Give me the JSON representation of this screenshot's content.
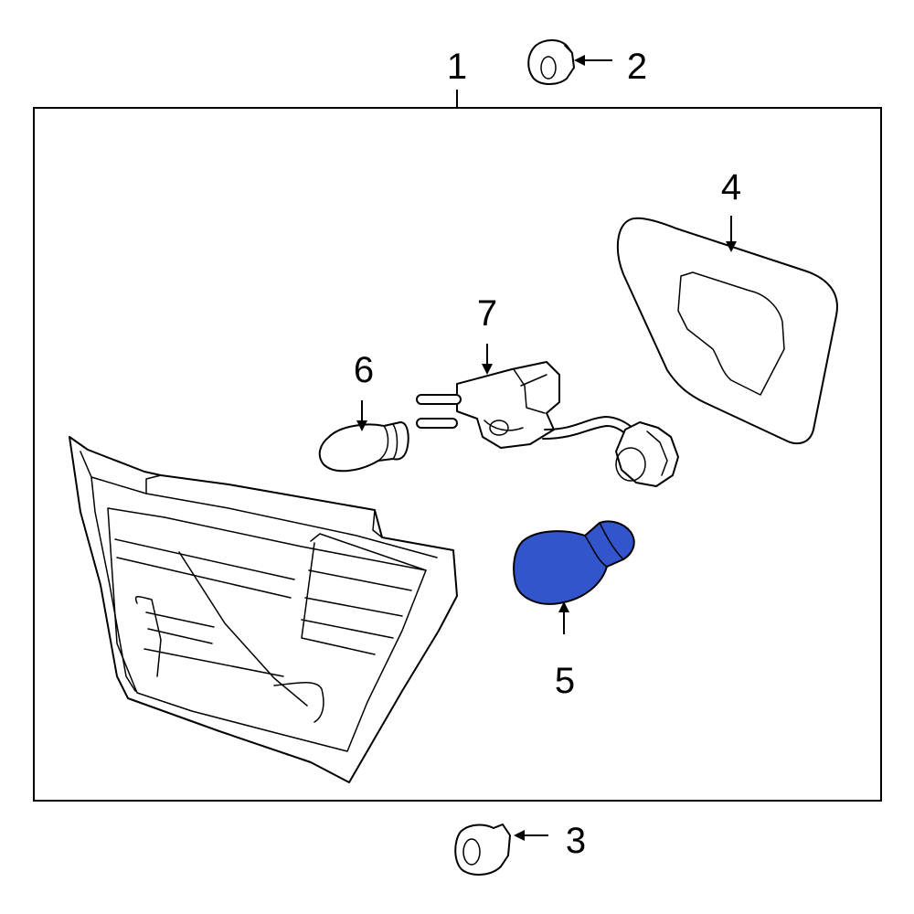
{
  "callouts": {
    "c1": "1",
    "c2": "2",
    "c3": "3",
    "c4": "4",
    "c5": "5",
    "c6": "6",
    "c7": "7"
  },
  "colors": {
    "highlight": "#3355cc",
    "line": "#000000",
    "background": "#ffffff"
  }
}
